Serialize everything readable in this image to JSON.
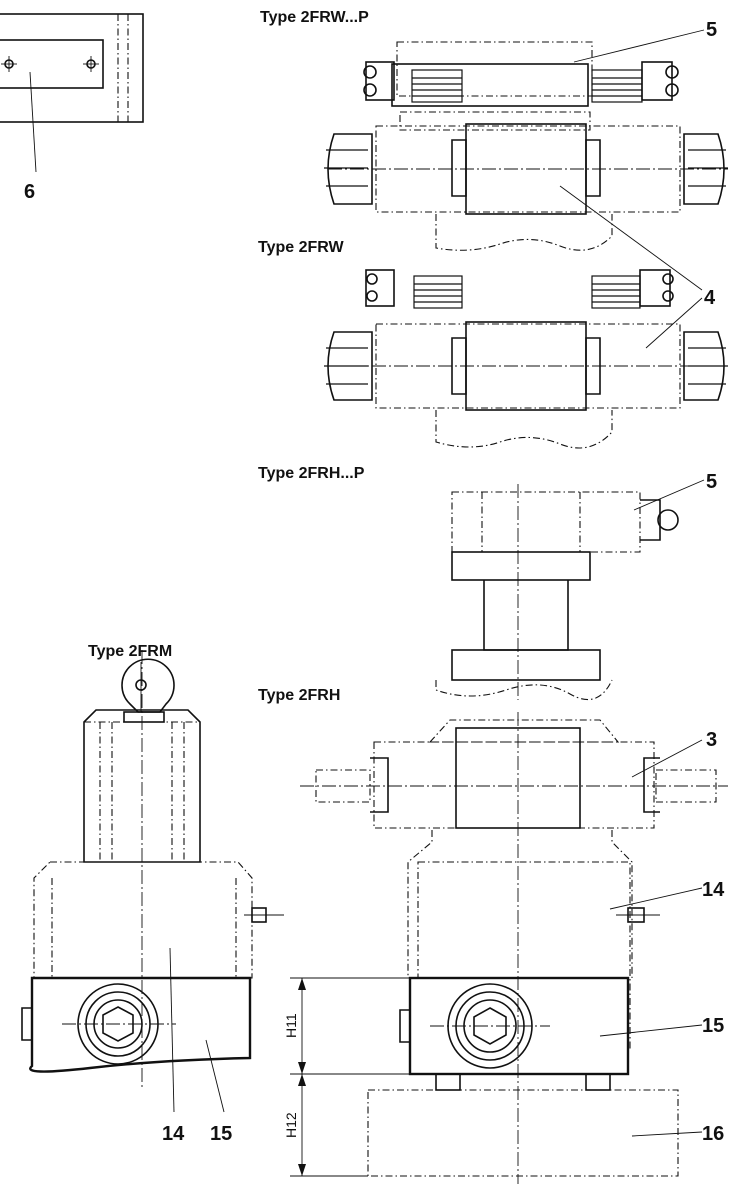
{
  "type_labels": {
    "t1": "Type 2FRW...P",
    "t2": "Type 2FRW",
    "t3": "Type 2FRH...P",
    "t4": "Type 2FRM",
    "t5": "Type 2FRH"
  },
  "callouts": {
    "c6": "6",
    "c5a": "5",
    "c4": "4",
    "c5b": "5",
    "c3": "3",
    "c14a": "14",
    "c15a": "15",
    "c16": "16",
    "c14b": "14",
    "c15b": "15"
  },
  "dimensions": {
    "h11": "H11",
    "h12": "H12"
  }
}
